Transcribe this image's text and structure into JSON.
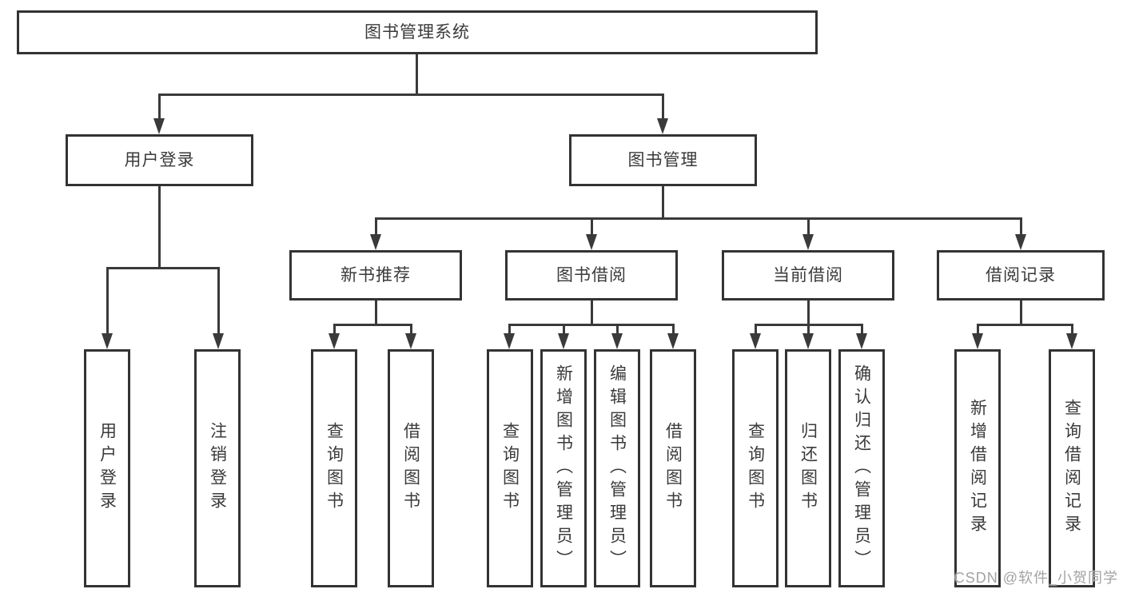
{
  "nodes": {
    "root": "图书管理系统",
    "l2": [
      {
        "label": "用户登录"
      },
      {
        "label": "图书管理"
      }
    ],
    "l3": [
      {
        "label": "新书推荐"
      },
      {
        "label": "图书借阅"
      },
      {
        "label": "当前借阅"
      },
      {
        "label": "借阅记录"
      }
    ],
    "leaves": {
      "login": [
        "用户登录",
        "注销登录"
      ],
      "recommend": [
        "查询图书",
        "借阅图书"
      ],
      "borrow": [
        "查询图书",
        "新增图书（管理员）",
        "编辑图书（管理员）",
        "借阅图书"
      ],
      "current": [
        "查询图书",
        "归还图书",
        "确认归还（管理员）"
      ],
      "records": [
        "新增借阅记录",
        "查询借阅记录"
      ]
    }
  },
  "watermark": "CSDN @软件_小贺同学",
  "colors": {
    "line": "#3a3a3a",
    "box_border": "#333333",
    "text": "#3a3a3a",
    "watermark": "#a3a3a3",
    "background": "#ffffff"
  }
}
